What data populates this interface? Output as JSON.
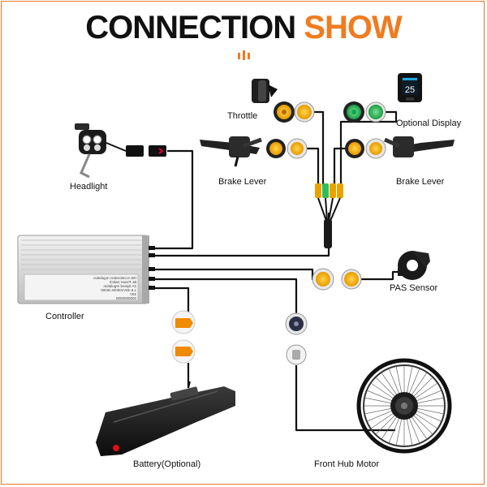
{
  "title": {
    "word1": "CONNECTION",
    "word2": "SHOW"
  },
  "colors": {
    "accent": "#f07b20",
    "wire": "#111111",
    "connector_yellow": "#f5b800",
    "connector_green": "#2fbf5a"
  },
  "components": {
    "throttle": "Throttle",
    "display": "Optional Display",
    "display_readout": "25",
    "brake_left": "Brake Lever",
    "brake_right": "Brake Lever",
    "headlight": "Headlight",
    "controller": "Controller",
    "pas_sensor": "PAS Sensor",
    "battery": "Battery(Optional)",
    "motor": "Front Hub Motor"
  },
  "controller_label_lines": [
    "HB Acceleration regulation",
    "BL Power switch",
    "2A Speed regulation",
    "1.5-48V1000W-J5000",
    "48V",
    "0000000000"
  ]
}
